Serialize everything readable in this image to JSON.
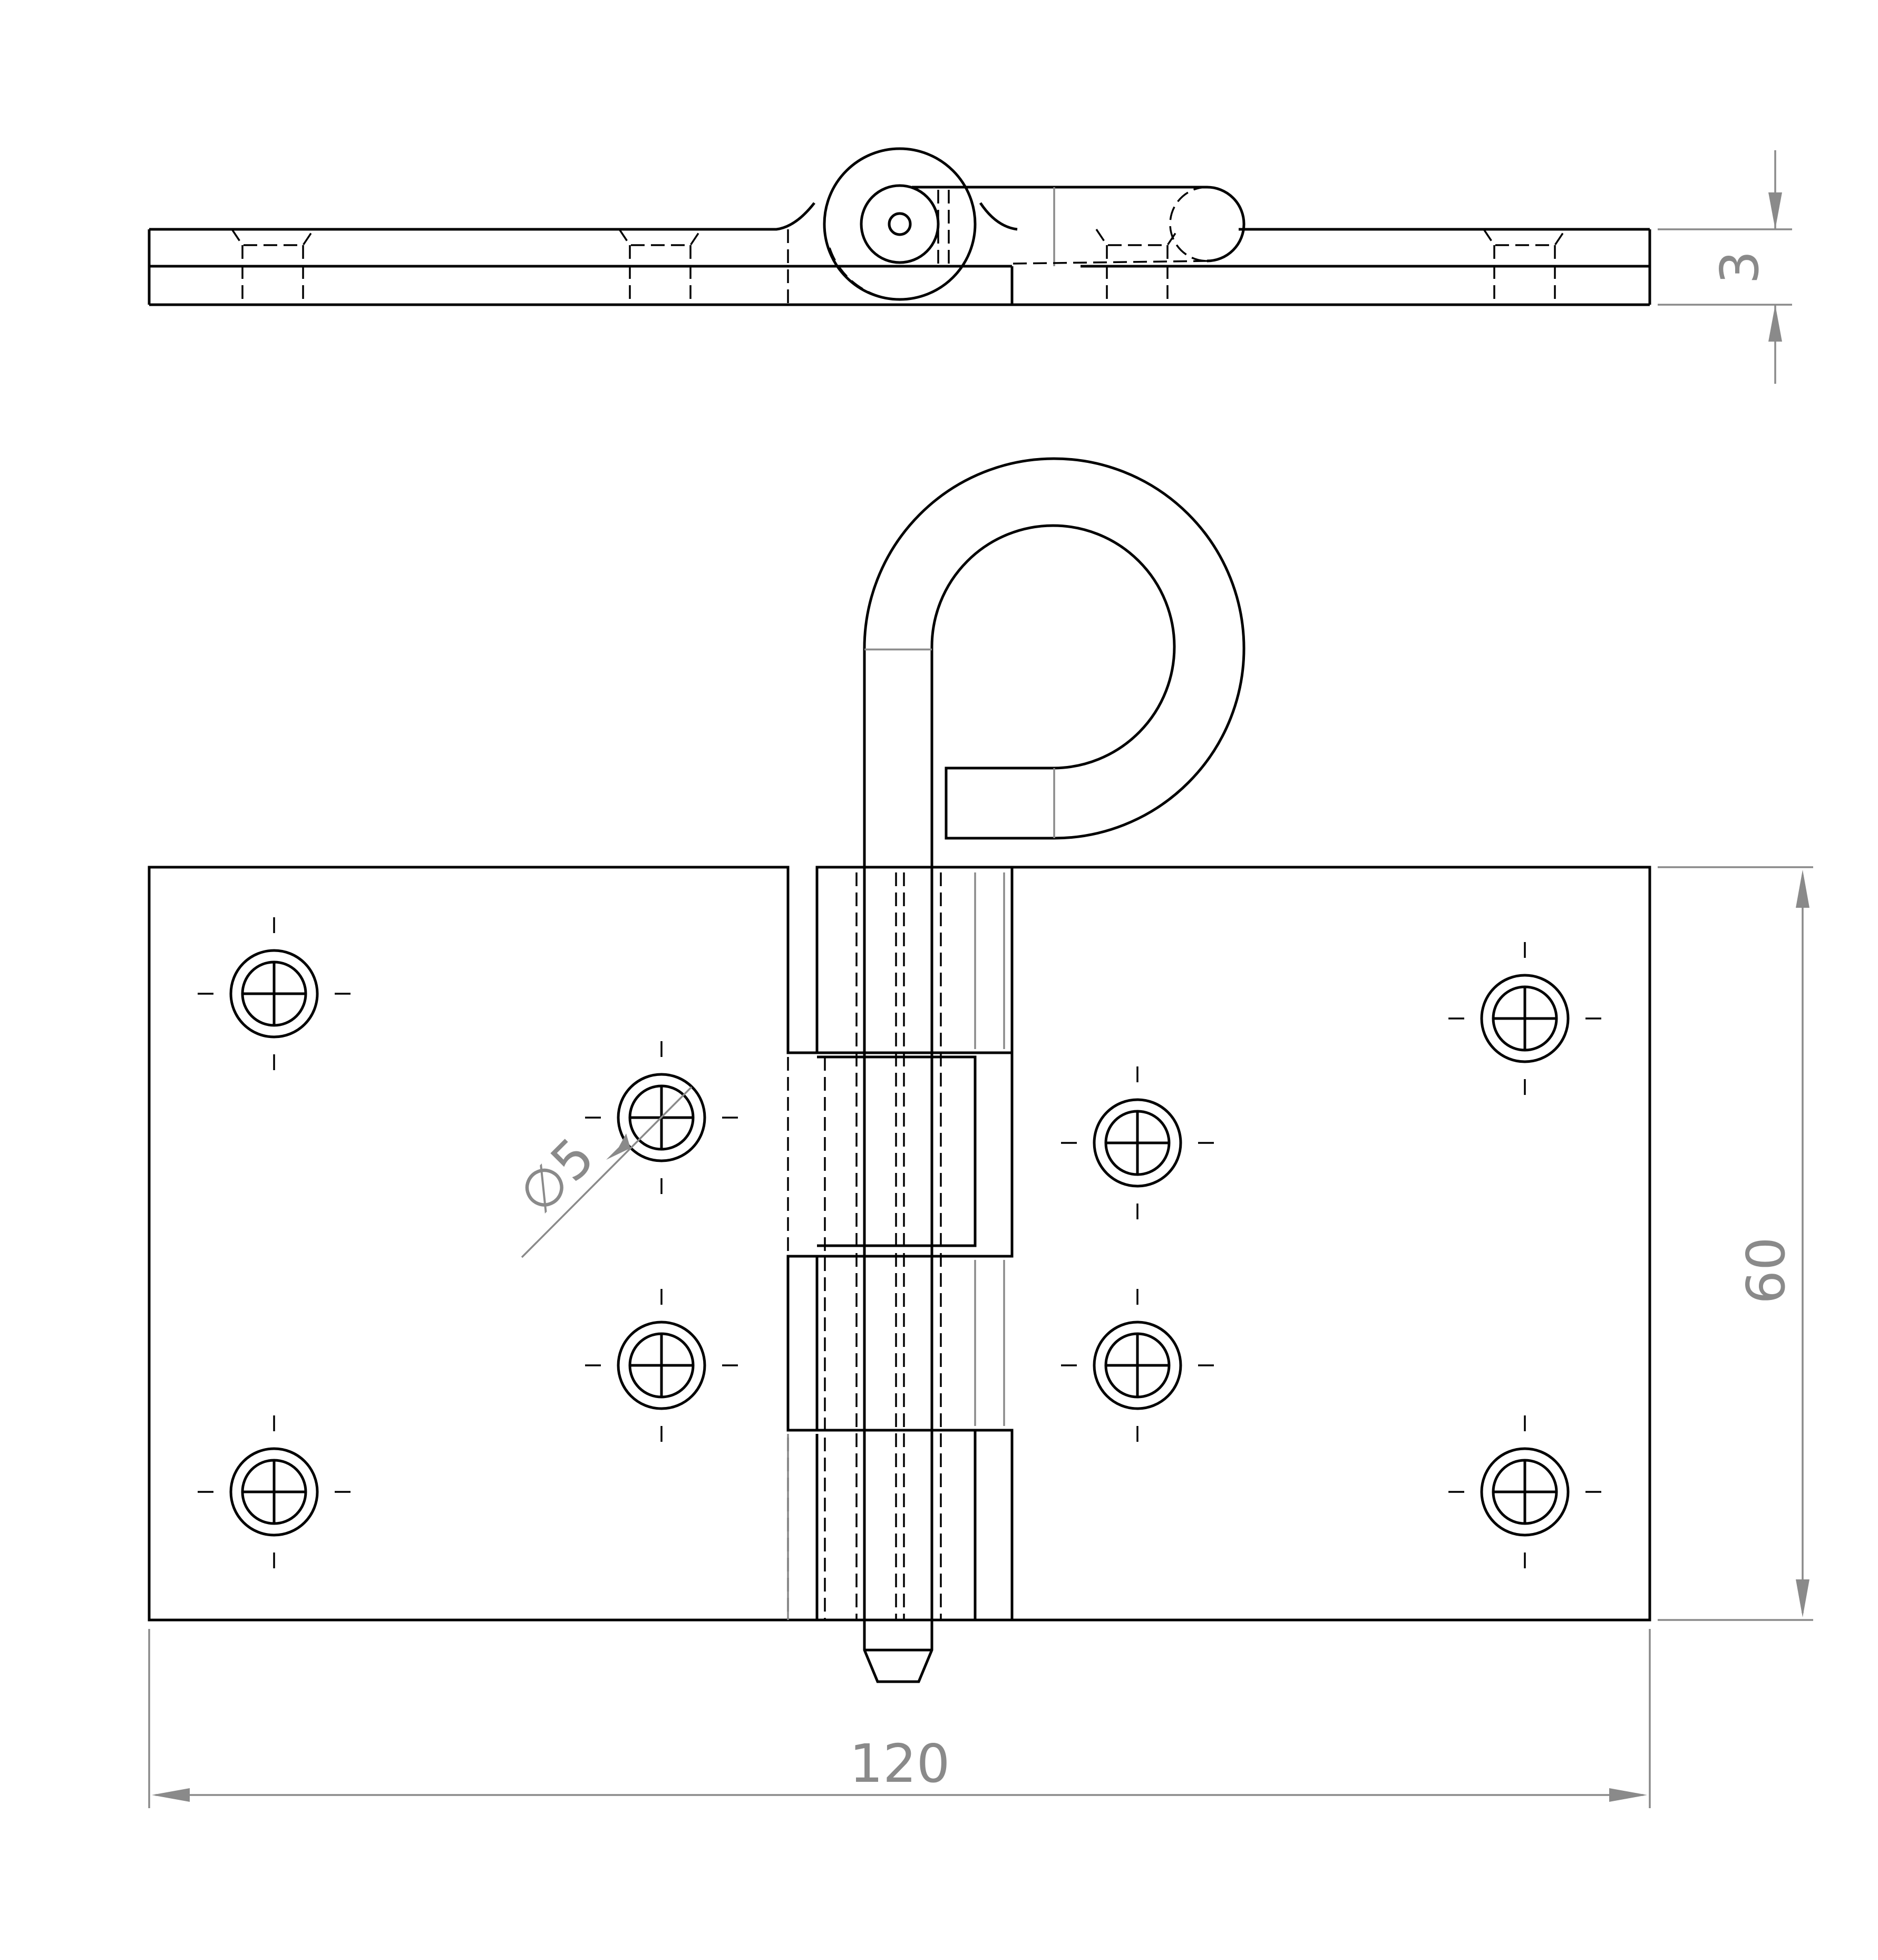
{
  "dimensions": {
    "thickness": "3",
    "height": "60",
    "width": "120",
    "hole_diameter": "∅5"
  },
  "colors": {
    "object_line": "#000000",
    "dimension_line": "#8a8a8a",
    "background": "#ffffff"
  }
}
